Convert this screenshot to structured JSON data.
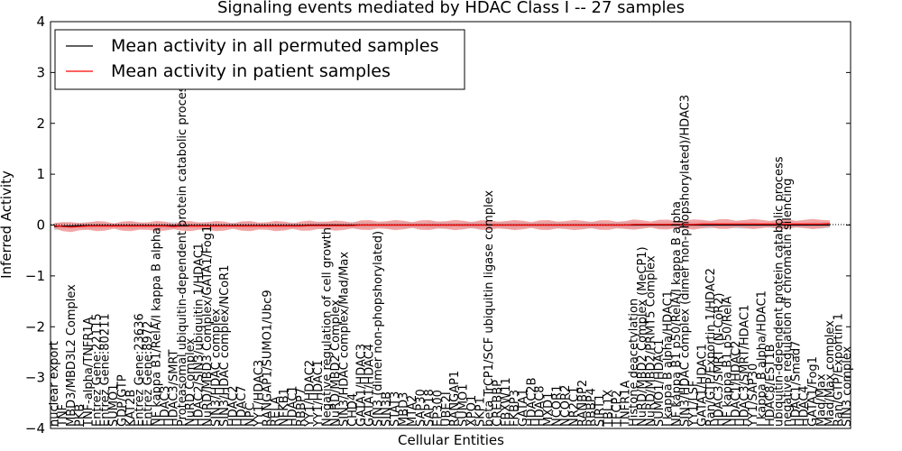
{
  "chart_data": {
    "type": "line",
    "title": "Signaling events mediated by HDAC Class I -- 27 samples",
    "xlabel": "Cellular Entities",
    "ylabel": "Inferred Activity",
    "ylim": [
      -4,
      4
    ],
    "yticks": [
      -4,
      -3,
      -2,
      -1,
      0,
      1,
      2,
      3,
      4
    ],
    "grid": false,
    "legend_position": "top-left",
    "categories": [
      "nuclear export",
      "TNF",
      "MBD3/MBD3L2 Complex",
      "PKB",
      "TNF-alpha/TNFR1A",
      "Entrez Gene:22115",
      "Entrez Gene:80211",
      "SUMO1",
      "GDP/GTP",
      "KAT2B",
      "Entrez Gene:23636",
      "Entrez Gene:8972",
      "NF kappa B1/RelA/I kappa B alpha",
      "HDAC3",
      "HDAC3/SMRT",
      "Proteasomal ubiquitin-dependent protein catabolic process",
      "NuRD Complex",
      "HDAC2/SIN3/ubiquitin 1/HDAC1",
      "NuRD/MBD3 Complex/GATA1/Fog1",
      "SIN3/HDAC complex",
      "SIN3/HDAC complex/NCoR1",
      "HDAC2",
      "HDAC7",
      "NPC",
      "YY1/HDAC3",
      "RANGAP1/SUMO1/Ubc9",
      "RELA",
      "NFKB1",
      "HDAC1",
      "RBBP7",
      "YY1/HDAC2",
      "YY1/HDAC1",
      "Negative regulation of cell growth",
      "NuRD/MBD2 Complex",
      "SIN3/HDAC complex/Mad/Max",
      "CHD4",
      "GATA1/HDAC3",
      "GATA1/HDAC4",
      "SIN3 (dimer non-phopshorylated)",
      "SIN3B",
      "STAT3",
      "MBD3",
      "MTA2",
      "SAP30",
      "SAP18",
      "EP300",
      "UBE2I",
      "RANGAP1",
      "SUMO1",
      "XPO1",
      "SKP1",
      "beta TrCP1/SCF ubiquitin ligase complex",
      "CREBBP",
      "FBXW11",
      "FKBP3",
      "GATA1",
      "HDAC2B",
      "HDAC8",
      "MXD1",
      "NCOR1",
      "NCOR2",
      "NR2C1",
      "RANBP2",
      "RBBP4",
      "SIRT1",
      "TBL1X",
      "TFCP2",
      "TNFR1A",
      "Histone deacetylation",
      "NuRD/MBD2 Complex (MeCP1)",
      "NuRD/MBD2/PRMT5 Complex",
      "SUMO1/HDAC1",
      "I kappa B alpha/HDAC1",
      "NF kappa B1 p50/RelA/I kappa B alpha",
      "SIN3/HDAC complex (dimer non-phopshorylated)/HDAC3",
      "YY1/LSF",
      "GATA1/HDAC1",
      "Ran/GTP/Exportin 1/HDAC2",
      "HDAC3/SMRT (N-CoR2)",
      "NF kappa B1 p50/RelA",
      "HDAC1/HDAC2",
      "HDAC3/SMRT/HDAC1",
      "YY1/SAP30",
      "I kappa B alpha/HDAC1",
      "HDAC8/EST1B",
      "ubiquitin-dependent protein catabolic process",
      "negative regulation of chromatin silencing",
      "HDAC1/Smad7",
      "HDAC4",
      "GATA1/Fog1",
      "Mad/Max",
      "Mad/Max complex",
      "Ran/GTP/Exportin 1",
      "SIN3 complex"
    ],
    "series": [
      {
        "name": "Mean activity in all permuted samples",
        "color": "#000000",
        "values": [
          -0.03,
          -0.02,
          -0.02,
          -0.01,
          -0.01,
          -0.01,
          -0.01,
          -0.01,
          -0.01,
          -0.01,
          -0.01,
          -0.01,
          -0.01,
          -0.01,
          -0.01,
          -0.01,
          -0.01,
          -0.01,
          -0.01,
          -0.01,
          -0.01,
          -0.01,
          -0.01,
          -0.01,
          -0.01,
          -0.01,
          -0.01,
          -0.01,
          -0.01,
          -0.01,
          0,
          0,
          0,
          0,
          0,
          0,
          0,
          0,
          0,
          0,
          0,
          0,
          0,
          0,
          0,
          0,
          0,
          0,
          0,
          0,
          0,
          0,
          0,
          0,
          0,
          0,
          0,
          0,
          0,
          0,
          0,
          0,
          0,
          0,
          0,
          0,
          0,
          0,
          0,
          0,
          0,
          0,
          0,
          0,
          0,
          0,
          0,
          0,
          0,
          0,
          0,
          0,
          0,
          0,
          0,
          0,
          0,
          0,
          0,
          0,
          0,
          0
        ]
      },
      {
        "name": "Mean activity in patient samples",
        "color": "#ff0000",
        "values": [
          -0.01,
          -0.03,
          -0.04,
          -0.03,
          -0.02,
          -0.02,
          -0.02,
          -0.02,
          -0.02,
          -0.02,
          -0.02,
          -0.02,
          -0.02,
          -0.02,
          -0.03,
          -0.02,
          -0.02,
          -0.02,
          -0.02,
          -0.02,
          -0.02,
          -0.02,
          -0.02,
          -0.02,
          -0.02,
          -0.02,
          -0.02,
          -0.02,
          -0.02,
          -0.02,
          -0.01,
          -0.01,
          -0.01,
          -0.01,
          -0.01,
          -0.01,
          0,
          0,
          0,
          0,
          0,
          0,
          0,
          0,
          0,
          0,
          0,
          0,
          0,
          0,
          0,
          0,
          0,
          0,
          0,
          0,
          0,
          0,
          0,
          0,
          0,
          0,
          0,
          0,
          0,
          0,
          0,
          0,
          0.01,
          0.01,
          0.01,
          0.01,
          0.01,
          0.01,
          0.01,
          0.01,
          0.02,
          0.02,
          0.02,
          0.02,
          0.02,
          0.02,
          0.02,
          0.02,
          0.02,
          0.02,
          0.02,
          0.02,
          0.02,
          0.02,
          0.02,
          0.03
        ]
      }
    ],
    "band_colors": {
      "permuted": "#c8c8d4",
      "patient": "#f09090"
    }
  }
}
